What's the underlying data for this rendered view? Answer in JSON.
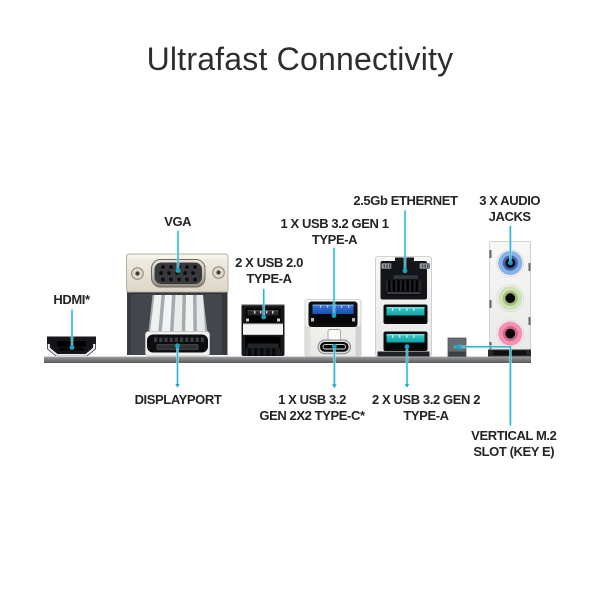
{
  "title": "Ultrafast Connectivity",
  "colors": {
    "background": "#ffffff",
    "title_text": "#2d2d2d",
    "label_text": "#222426",
    "callout_line": "#35bdd4",
    "callout_dot": "#1aa5c0",
    "pcb_strip": "#7c7e81",
    "usb3_gen1_tongue": "#1f63cf",
    "usb3_gen2_tongue": "#18bcbc",
    "audio_line_in_blue": "#8ab2e4",
    "audio_line_out_green": "#cfe2b6",
    "audio_mic_pink": "#f393b3",
    "vga_plate_cream": "#ece7dc"
  },
  "labels": {
    "hdmi": {
      "line1": "HDMI*"
    },
    "vga": {
      "line1": "VGA"
    },
    "usb2": {
      "line1": "2 X USB 2.0",
      "line2": "TYPE-A"
    },
    "usb32gen1": {
      "line1": "1 X USB 3.2 GEN 1",
      "line2": "TYPE-A"
    },
    "ethernet": {
      "line1": "2.5Gb ETHERNET"
    },
    "audio": {
      "line1": "3 X AUDIO",
      "line2": "JACKS"
    },
    "displayport": {
      "line1": "DISPLAYPORT"
    },
    "usb32gen2x2": {
      "line1": "1 X USB 3.2",
      "line2": "GEN 2X2 TYPE-C*"
    },
    "usb32gen2": {
      "line1": "2 X USB 3.2 GEN 2",
      "line2": "TYPE-A"
    },
    "m2": {
      "line1": "VERTICAL M.2",
      "line2": "SLOT (KEY E)"
    }
  },
  "ports": [
    "HDMI",
    "VGA",
    "DisplayPort",
    "2x USB 2.0 Type-A",
    "1x USB 3.2 Gen 1 Type-A",
    "1x USB 3.2 Gen 2x2 Type-C",
    "2.5Gb Ethernet RJ45",
    "2x USB 3.2 Gen 2 Type-A",
    "3x Audio Jacks",
    "Vertical M.2 Slot (Key E)"
  ]
}
